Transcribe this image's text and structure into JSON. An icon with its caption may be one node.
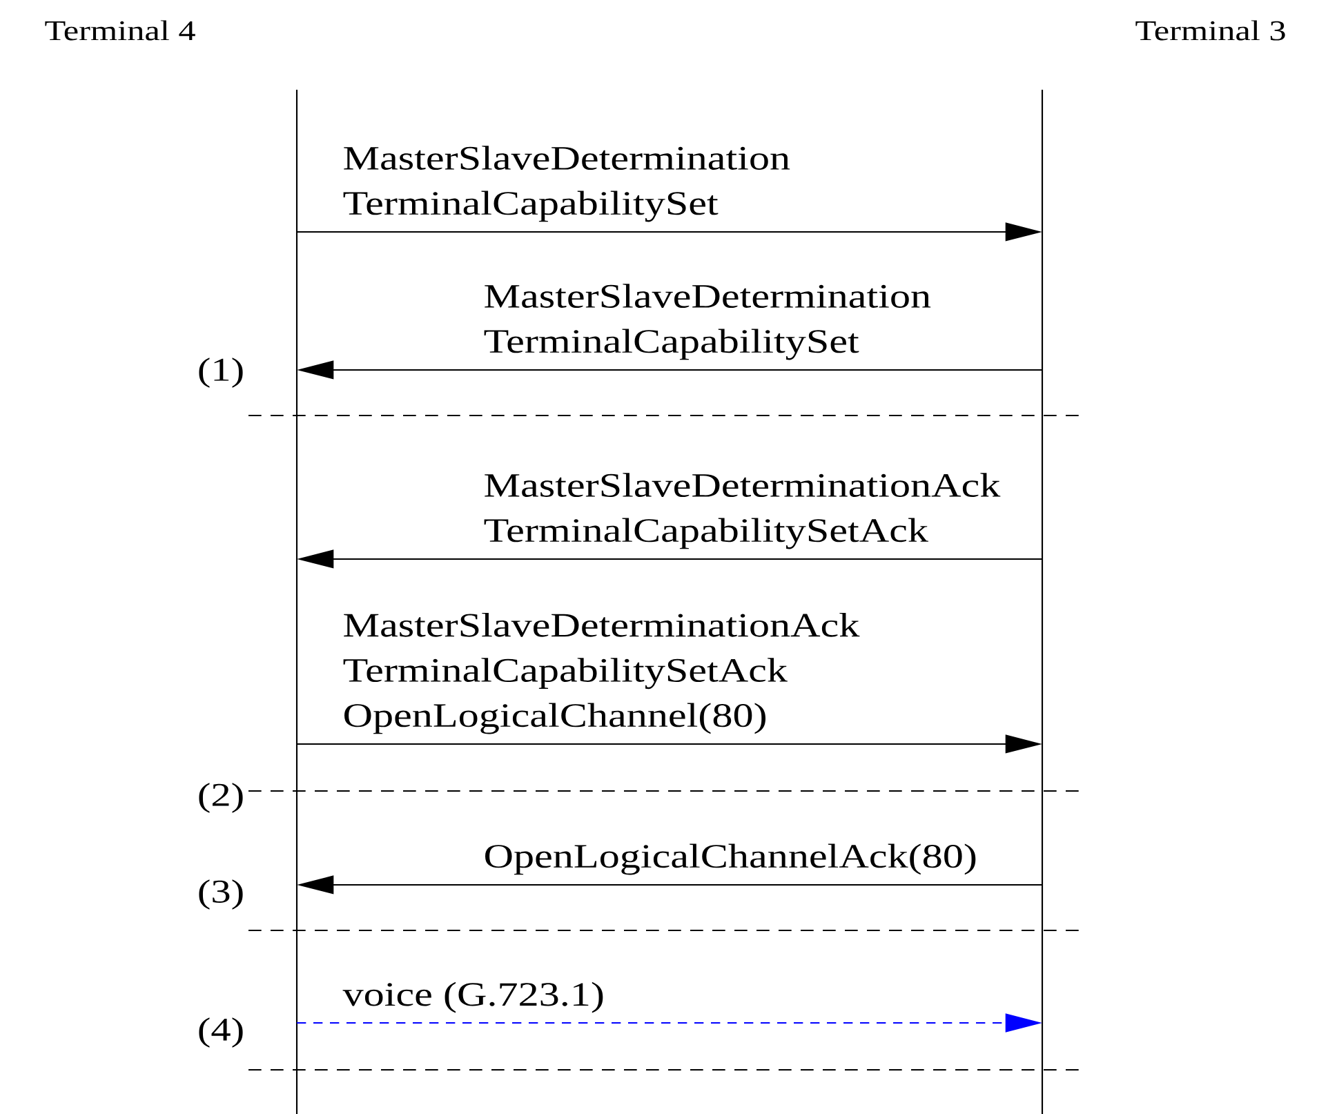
{
  "diagram": {
    "nodes": [
      {
        "text": [
          "Terminal 4"
        ]
      },
      {
        "text": [
          "Terminal 3"
        ]
      }
    ],
    "edges": [
      {
        "from": 0,
        "to": 1,
        "arrow": "to",
        "label": "MasterSlaveDetermination TerminalCapabilitySet"
      },
      {
        "from": 1,
        "to": 0,
        "arrow": "to",
        "label": "MasterSlaveDetermination TerminalCapabilitySet"
      },
      {
        "from": 1,
        "to": 0,
        "arrow": "to",
        "label": "MasterSlaveDeterminationAck TerminalCapabilitySetAck"
      },
      {
        "from": 0,
        "to": 1,
        "arrow": "to",
        "label": "MasterSlaveDeterminationAck TerminalCapabilitySetAck OpenLogicalChannel(80)"
      },
      {
        "from": 1,
        "to": 0,
        "arrow": "to",
        "label": "OpenLogicalChannelAck(80)"
      },
      {
        "from": 0,
        "to": 1,
        "arrow": "to",
        "label": "voice (G.723.1)",
        "style": "dashed",
        "color": "#0000ff"
      }
    ],
    "labels": [
      "(1)",
      "(2)",
      "(3)",
      "(4)"
    ]
  }
}
